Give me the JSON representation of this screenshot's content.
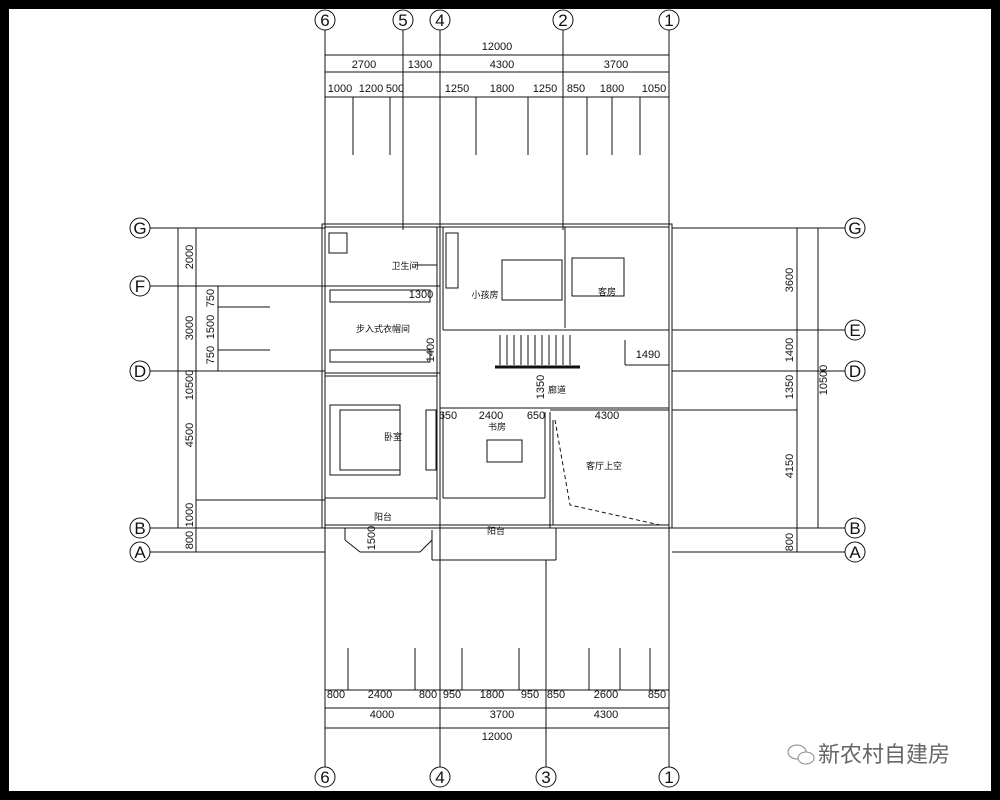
{
  "colors": {
    "background": "#ffffff",
    "frame": "#000000",
    "lines": "#111111"
  },
  "axes": {
    "top": [
      "6",
      "5",
      "4",
      "2",
      "1"
    ],
    "bottom": [
      "6",
      "4",
      "3",
      "1"
    ],
    "left": [
      "G",
      "F",
      "D",
      "B",
      "A"
    ],
    "right": [
      "G",
      "E",
      "D",
      "B",
      "A"
    ]
  },
  "dimensions": {
    "top_total": [
      "12000"
    ],
    "top_row2": [
      "2700",
      "1300",
      "4300",
      "3700"
    ],
    "top_row3": [
      "1000",
      "1200",
      "500",
      "1250",
      "1800",
      "1250",
      "850",
      "1800",
      "1050"
    ],
    "bottom_row1": [
      "800",
      "2400",
      "800",
      "950",
      "1800",
      "950",
      "850",
      "2600",
      "850"
    ],
    "bottom_row2": [
      "4000",
      "3700",
      "4300"
    ],
    "bottom_total": [
      "12000"
    ],
    "left_outer": [
      "2000",
      "3000",
      "10500",
      "4500",
      "1000",
      "800"
    ],
    "left_inner": [
      "750",
      "1500",
      "750"
    ],
    "right_inner": [
      "3600",
      "1400",
      "1350",
      "4150",
      "800"
    ],
    "right_total": [
      "10500"
    ],
    "interior": [
      "1300",
      "1400",
      "1490",
      "1350",
      "650",
      "2400",
      "650",
      "4300",
      "1500"
    ]
  },
  "rooms": [
    "卫生间",
    "步入式衣帽间",
    "小孩房",
    "客房",
    "卧室",
    "书房",
    "廊道",
    "客厅上空",
    "阳台",
    "阳台"
  ],
  "watermark": {
    "icon": "wechat-icon",
    "text": "新农村自建房"
  }
}
